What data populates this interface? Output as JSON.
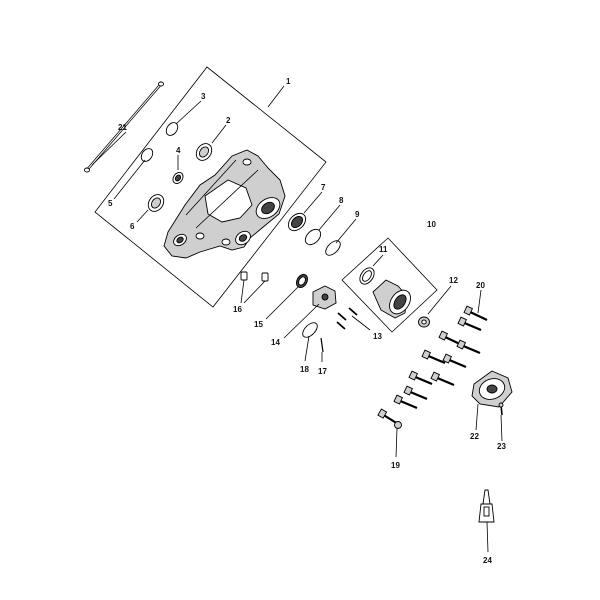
{
  "diagram": {
    "callouts": [
      {
        "id": "c1",
        "text": "1"
      },
      {
        "id": "c2",
        "text": "2"
      },
      {
        "id": "c3",
        "text": "3"
      },
      {
        "id": "c4",
        "text": "4"
      },
      {
        "id": "c5",
        "text": "5"
      },
      {
        "id": "c6",
        "text": "6"
      },
      {
        "id": "c7",
        "text": "7"
      },
      {
        "id": "c8",
        "text": "8"
      },
      {
        "id": "c9",
        "text": "9"
      },
      {
        "id": "c10",
        "text": "10"
      },
      {
        "id": "c11",
        "text": "11"
      },
      {
        "id": "c12",
        "text": "12"
      },
      {
        "id": "c13",
        "text": "13"
      },
      {
        "id": "c14",
        "text": "14"
      },
      {
        "id": "c15",
        "text": "15"
      },
      {
        "id": "c16",
        "text": "16"
      },
      {
        "id": "c17",
        "text": "17"
      },
      {
        "id": "c18",
        "text": "18"
      },
      {
        "id": "c19",
        "text": "19"
      },
      {
        "id": "c20",
        "text": "20"
      },
      {
        "id": "c21",
        "text": "21"
      },
      {
        "id": "c22",
        "text": "22"
      },
      {
        "id": "c23",
        "text": "23"
      },
      {
        "id": "c24",
        "text": "24"
      }
    ],
    "parts": {
      "housing": "transfer-case-housing",
      "seals": "seal-ring",
      "snap_rings": "snap-ring",
      "bolts": "bolt",
      "cover": "rear-cover",
      "sealant": "sealant-tube"
    }
  }
}
